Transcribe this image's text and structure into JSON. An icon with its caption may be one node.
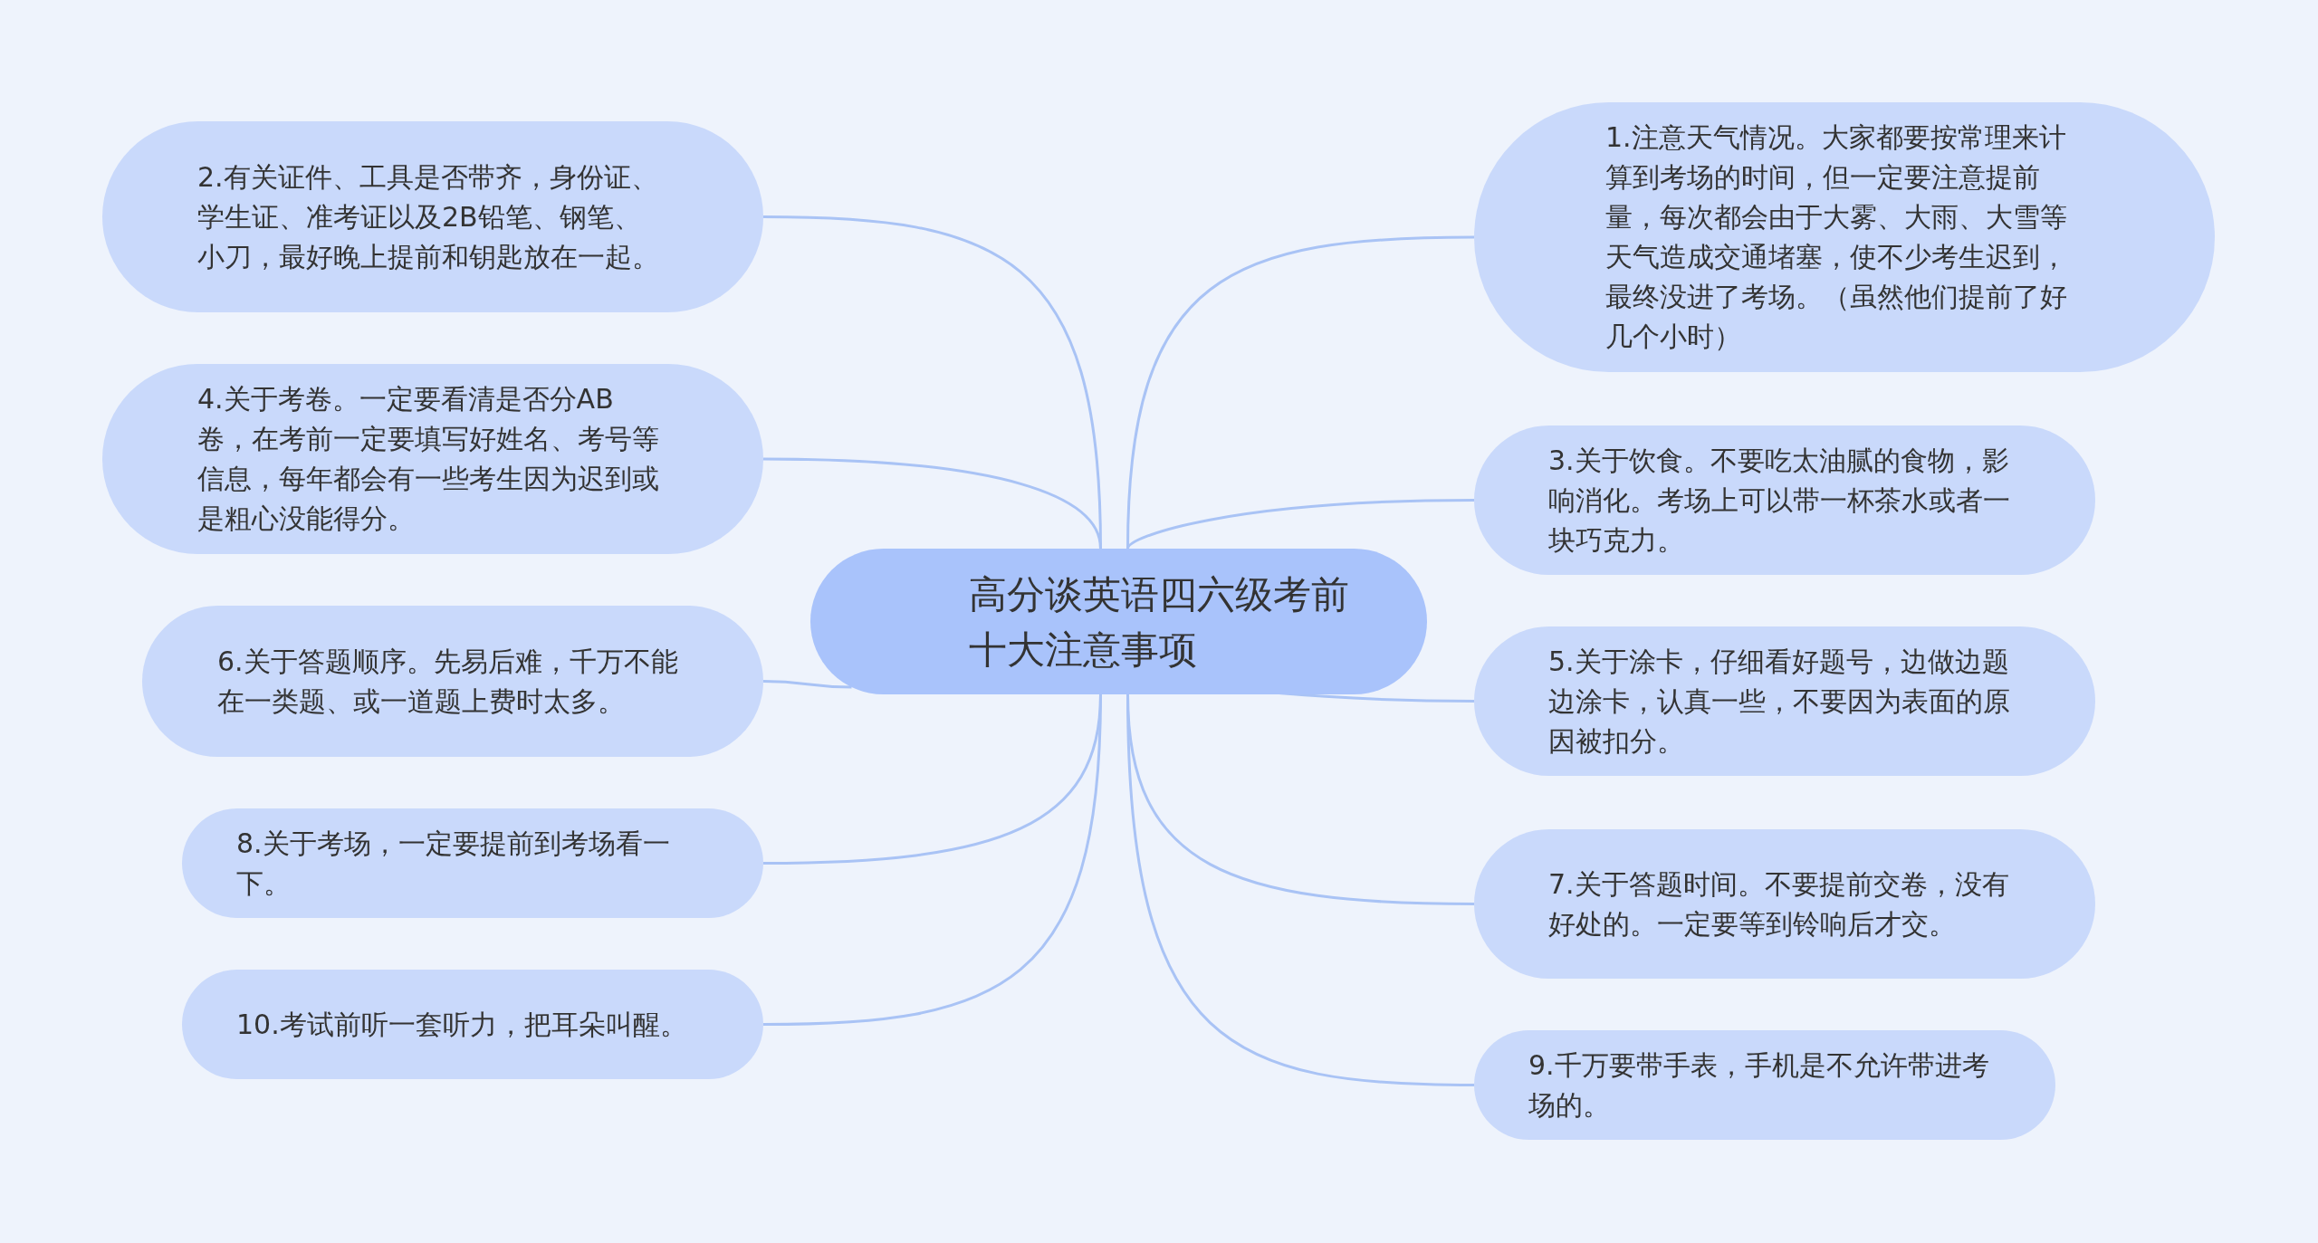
{
  "diagram": {
    "nodes": [
      {
        "text": [
          "高分谈英语四六级考前十大注意事项"
        ]
      },
      {
        "text": [
          "1.注意天气情况。大家都要按常理来计算到考场的时间，但一定要注意提前量，每次都会由于大雾、大雨、大雪等天气造成交通堵塞，使不少考生迟到，最终没进了考场。（虽然他们提前了好几个小时）"
        ]
      },
      {
        "text": [
          "2.有关证件、工具是否带齐，身份证、学生证、准考证以及2B铅笔、钢笔、小刀，最好晚上提前和钥匙放在一起。"
        ]
      },
      {
        "text": [
          "3.关于饮食。不要吃太油腻的食物，影响消化。考场上可以带一杯茶水或者一块巧克力。"
        ]
      },
      {
        "text": [
          "4.关于考卷。一定要看清是否分AB卷，在考前一定要填写好姓名、考号等信息，每年都会有一些考生因为迟到或是粗心没能得分。"
        ]
      },
      {
        "text": [
          "5.关于涂卡，仔细看好题号，边做边题边涂卡，认真一些，不要因为表面的原因被扣分。"
        ]
      },
      {
        "text": [
          "6.关于答题顺序。先易后难，千万不能在一类题、或一道题上费时太多。"
        ]
      },
      {
        "text": [
          "7.关于答题时间。不要提前交卷，没有好处的。一定要等到铃响后才交。"
        ]
      },
      {
        "text": [
          "8.关于考场，一定要提前到考场看一下。"
        ]
      },
      {
        "text": [
          "9.千万要带手表，手机是不允许带进考场的。"
        ]
      },
      {
        "text": [
          "10.考试前听一套听力，把耳朵叫醒。"
        ]
      }
    ],
    "edges": [
      {
        "from": 0,
        "to": 1,
        "arrow": "none"
      },
      {
        "from": 0,
        "to": 2,
        "arrow": "none"
      },
      {
        "from": 0,
        "to": 3,
        "arrow": "none"
      },
      {
        "from": 0,
        "to": 4,
        "arrow": "none"
      },
      {
        "from": 0,
        "to": 5,
        "arrow": "none"
      },
      {
        "from": 0,
        "to": 6,
        "arrow": "none"
      },
      {
        "from": 0,
        "to": 7,
        "arrow": "none"
      },
      {
        "from": 0,
        "to": 8,
        "arrow": "none"
      },
      {
        "from": 0,
        "to": 9,
        "arrow": "none"
      },
      {
        "from": 0,
        "to": 10,
        "arrow": "none"
      }
    ]
  }
}
